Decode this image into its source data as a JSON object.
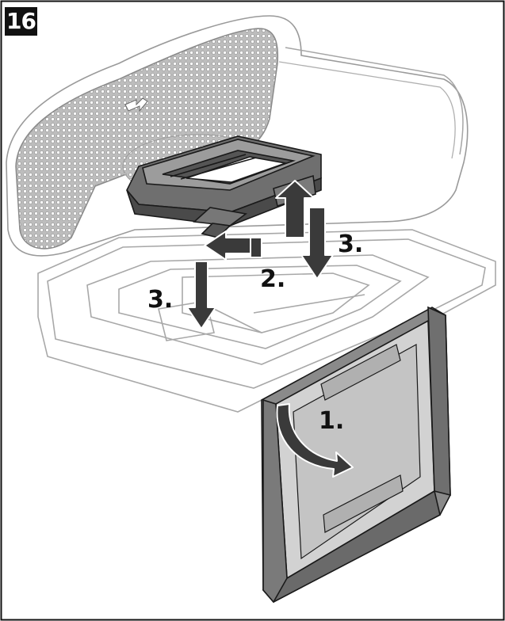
{
  "step_number": "16",
  "labels": {
    "step1": "1.",
    "step2": "2.",
    "step3_right": "3.",
    "step3_left": "3."
  },
  "colors": {
    "outline": "#1a1a1a",
    "light_outline": "#9a9a9a",
    "mesh_fill": "#b5b5b5",
    "filter_frame": "#8c8c8c",
    "filter_panel": "#cfcfcf",
    "arrow_fill": "#3a3a3a"
  }
}
